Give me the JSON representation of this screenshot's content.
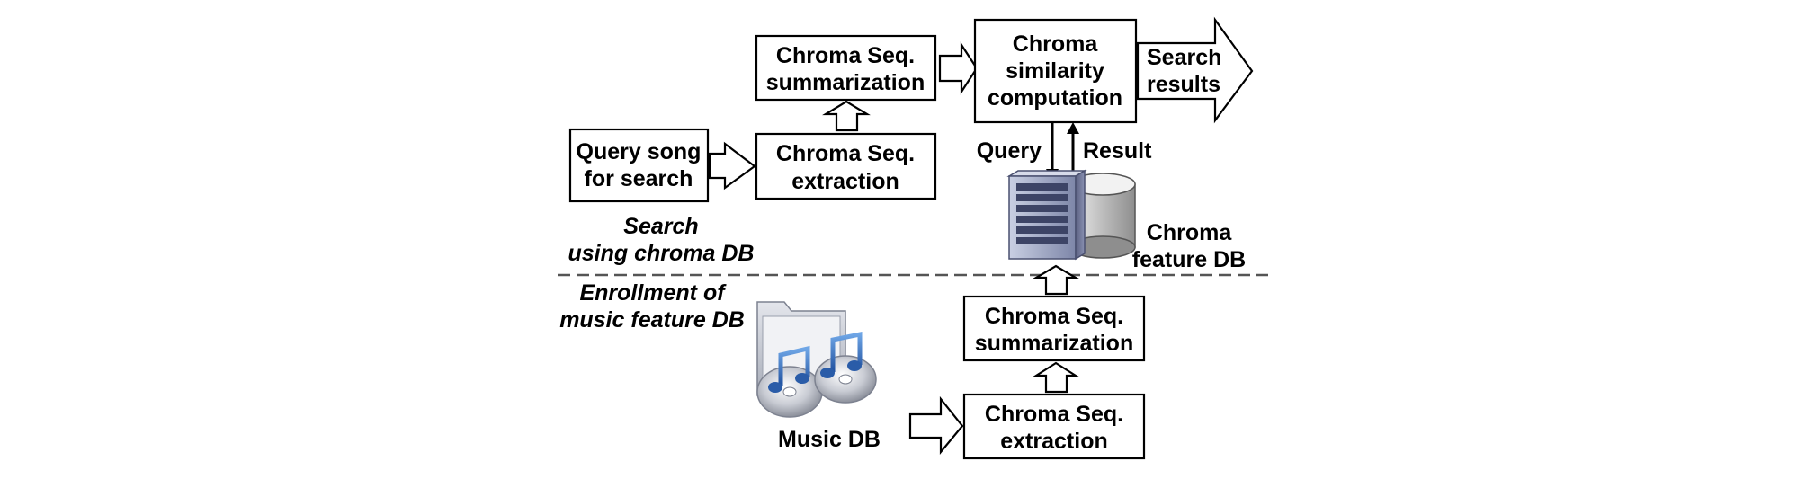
{
  "nodes": {
    "summ_top": [
      "Chroma Seq.",
      "summarization"
    ],
    "sim": [
      "Chroma",
      "similarity",
      "computation"
    ],
    "results": [
      "Search",
      "results"
    ],
    "query_song": [
      "Query song",
      "for search"
    ],
    "extract_top": [
      "Chroma Seq.",
      "extraction"
    ],
    "feature_db": [
      "Chroma",
      "feature DB"
    ],
    "summ_bottom": [
      "Chroma Seq.",
      "summarization"
    ],
    "extract_bottom": [
      "Chroma Seq.",
      "extraction"
    ],
    "music_db": "Music DB"
  },
  "edges": {
    "query": "Query",
    "result": "Result"
  },
  "sections": {
    "search": [
      "Search",
      "using chroma DB"
    ],
    "enroll": [
      "Enrollment of",
      "music feature DB"
    ]
  }
}
